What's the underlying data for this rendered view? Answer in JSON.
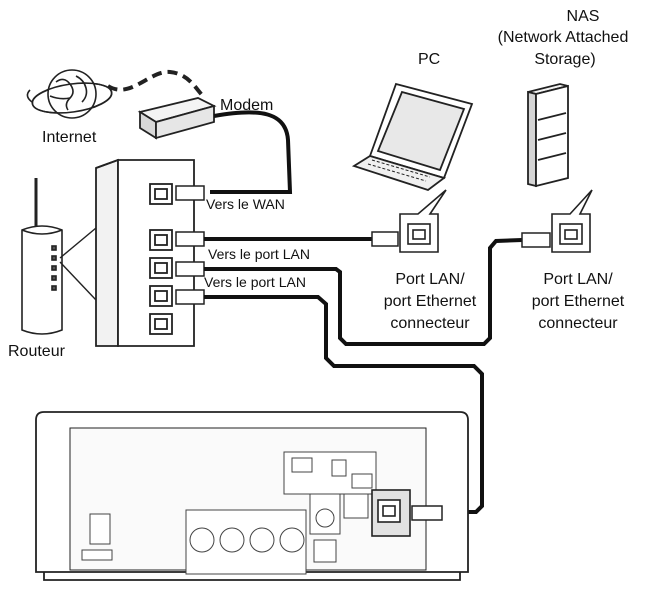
{
  "labels": {
    "nas": [
      "NAS",
      "(Network Attached",
      "Storage)"
    ],
    "pc": "PC",
    "modem": "Modem",
    "internet": "Internet",
    "to_wan": "Vers le WAN",
    "to_lan_1": "Vers le port LAN",
    "to_lan_2": "Vers le port LAN",
    "router": "Routeur",
    "pc_port": [
      "Port LAN/",
      "port Ethernet",
      "connecteur"
    ],
    "nas_port": [
      "Port LAN/",
      "port Ethernet",
      "connecteur"
    ]
  }
}
